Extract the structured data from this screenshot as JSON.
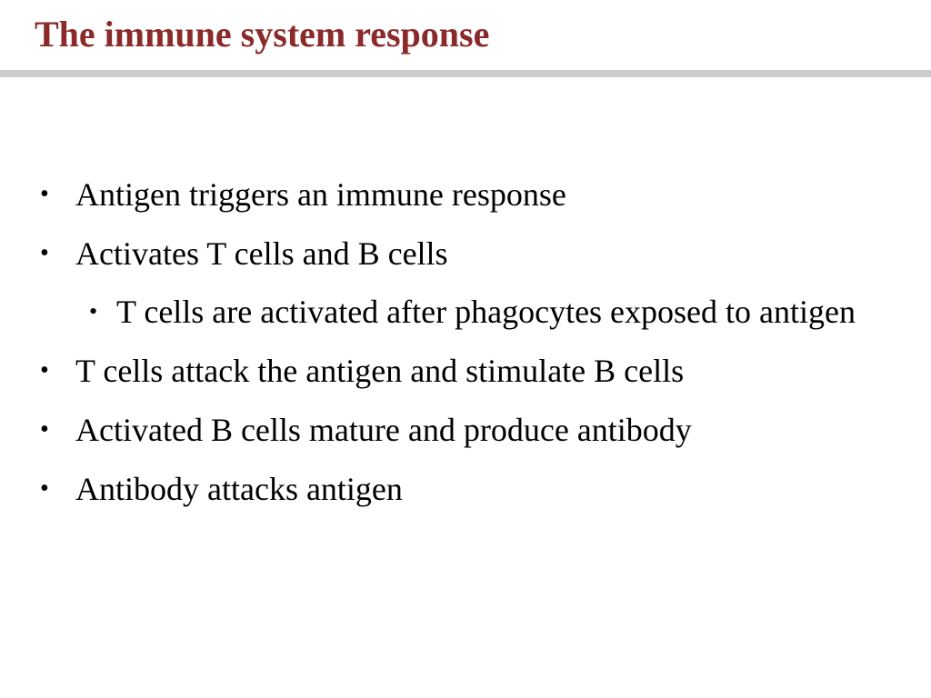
{
  "slide": {
    "title": "The immune system response",
    "bullet_glyph": "•",
    "bullets": [
      {
        "level": 1,
        "text": "Antigen triggers an immune response"
      },
      {
        "level": 1,
        "text": "Activates T cells and B cells"
      },
      {
        "level": 2,
        "text": "T cells are activated after phagocytes exposed to antigen"
      },
      {
        "level": 1,
        "text": "T cells attack the antigen and stimulate B cells"
      },
      {
        "level": 1,
        "text": "Activated B cells mature and produce antibody"
      },
      {
        "level": 1,
        "text": "Antibody attacks antigen"
      }
    ]
  },
  "colors": {
    "title": "#8b2a2a",
    "rule": "#cccccc",
    "text": "#000000"
  }
}
